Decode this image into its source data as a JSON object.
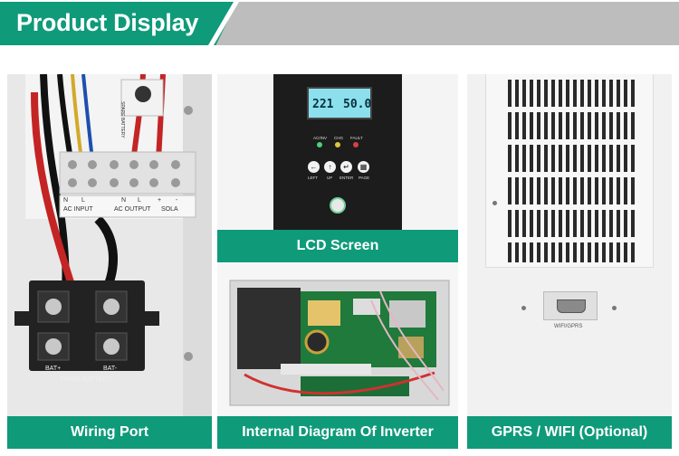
{
  "header": {
    "title": "Product Display"
  },
  "panels": {
    "wiring": {
      "caption": "Wiring Port",
      "terminal_labels": [
        "N",
        "L",
        "N",
        "L",
        "+",
        "-"
      ],
      "group_labels": [
        "AC INPUT",
        "AC OUTPUT",
        "SOLA"
      ],
      "battery_labels": {
        "positive": "BAT+",
        "negative": "BAT-",
        "bottom": "SPARE BATTERY"
      },
      "breaker_label": "SPARE BATTERY"
    },
    "lcd": {
      "caption": "LCD Screen",
      "screen_left": "221",
      "screen_right": "50.0",
      "indicators": [
        "AC/INV",
        "CHG",
        "FAULT"
      ],
      "buttons": [
        "LEFT",
        "UP",
        "ENTER",
        "PAGE"
      ]
    },
    "internal": {
      "caption": "Internal Diagram Of Inverter"
    },
    "gprs": {
      "caption": "GPRS / WIFI (Optional)",
      "port_label": "WIFI/GPRS"
    }
  },
  "colors": {
    "accent": "#0f9a7a",
    "banner_gray": "#bdbdbd"
  }
}
